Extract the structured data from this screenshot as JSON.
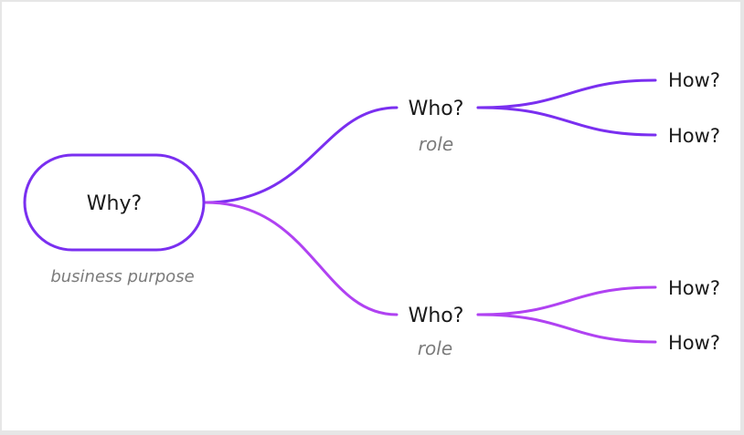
{
  "diagram": {
    "root": {
      "label": "Why?",
      "caption": "business purpose"
    },
    "branches": [
      {
        "label": "Who?",
        "caption": "role",
        "leaves": [
          "How?",
          "How?"
        ],
        "color": "#7a2ff0"
      },
      {
        "label": "Who?",
        "caption": "role",
        "leaves": [
          "How?",
          "How?"
        ],
        "color": "#b042f2"
      }
    ],
    "colors": {
      "root_border": "#7a2ff0",
      "upper_branch": "#7a2ff0",
      "lower_branch": "#b042f2",
      "caption": "#7b7b7b"
    }
  }
}
